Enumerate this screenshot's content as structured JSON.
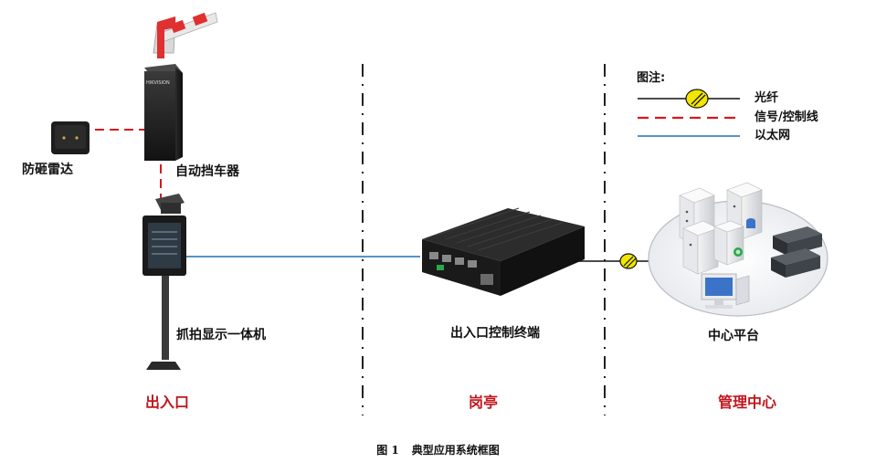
{
  "legend": {
    "title": "图注:",
    "items": [
      {
        "label": "光纤"
      },
      {
        "label": "信号/控制线"
      },
      {
        "label": "以太网"
      }
    ]
  },
  "devices": {
    "radar": "防砸雷达",
    "barrier": "自动挡车器",
    "camera": "抓拍显示一体机",
    "controller": "出入口控制终端",
    "platform": "中心平台",
    "barrier_brand": "HIKVISION"
  },
  "zones": {
    "entrance": "出入口",
    "booth": "岗亭",
    "center": "管理中心"
  },
  "caption": {
    "number": "图 1",
    "title": "典型应用系统框图"
  },
  "colors": {
    "zone_label": "#c0161d",
    "signal_line": "#d7191c",
    "ethernet_line": "#1f6fb5",
    "fiber_line": "#111111",
    "fiber_icon": "#f2e600"
  }
}
